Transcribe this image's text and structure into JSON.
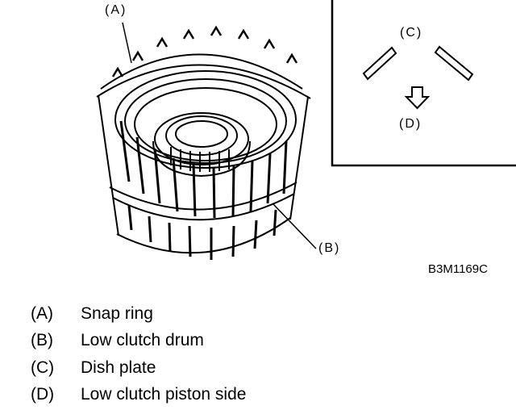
{
  "figure": {
    "callouts": {
      "a": "(A)",
      "b": "(B)",
      "c": "(C)",
      "d": "(D)"
    },
    "figure_code": "B3M1169C"
  },
  "legend": {
    "items": [
      {
        "key": "(A)",
        "label": "Snap ring"
      },
      {
        "key": "(B)",
        "label": "Low clutch drum"
      },
      {
        "key": "(C)",
        "label": "Dish plate"
      },
      {
        "key": "(D)",
        "label": "Low clutch piston side"
      }
    ]
  }
}
